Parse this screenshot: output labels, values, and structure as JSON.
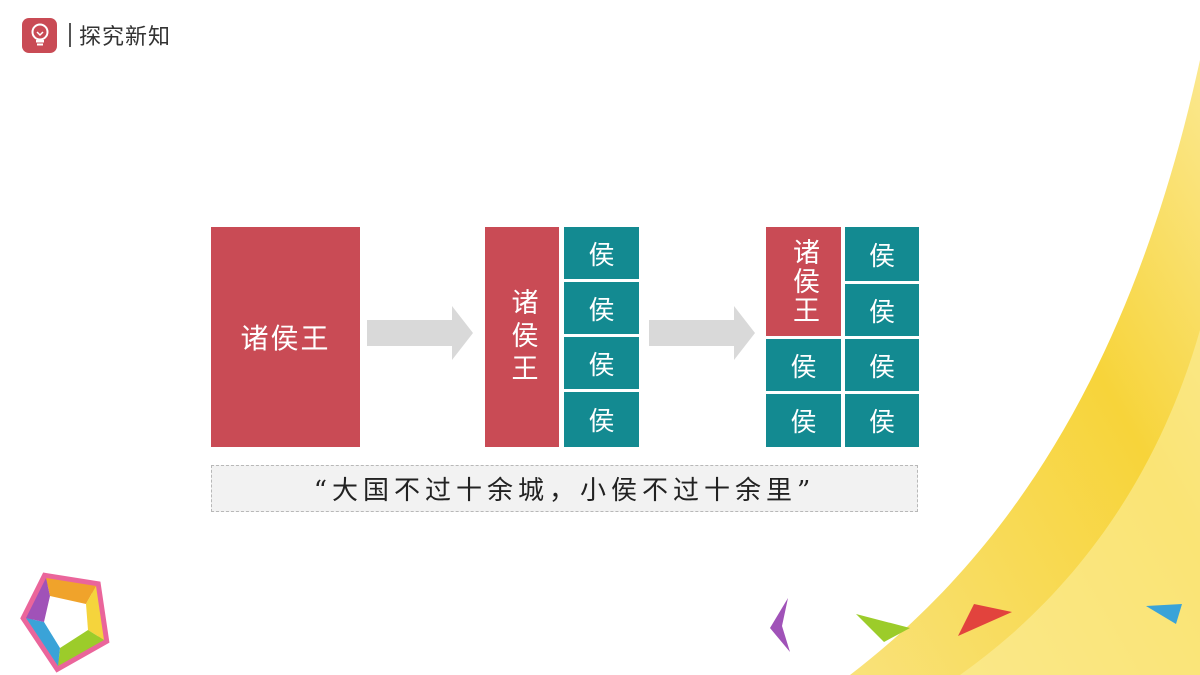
{
  "header": {
    "title": "探究新知",
    "icon": "lightbulb-icon"
  },
  "diagram": {
    "stage1": {
      "label": "诸侯王"
    },
    "stage2": {
      "king": "诸侯王",
      "marquises": [
        "侯",
        "侯",
        "侯",
        "侯"
      ]
    },
    "stage3": {
      "king": "诸侯王",
      "marquises": [
        "侯",
        "侯",
        "侯",
        "侯",
        "侯",
        "侯"
      ]
    }
  },
  "quote": "“大国不过十余城，小侯不过十余里”",
  "colors": {
    "red": "#c94b55",
    "teal": "#138a91",
    "arrow": "#d9d9d9",
    "yellow": "#f8d84a"
  }
}
